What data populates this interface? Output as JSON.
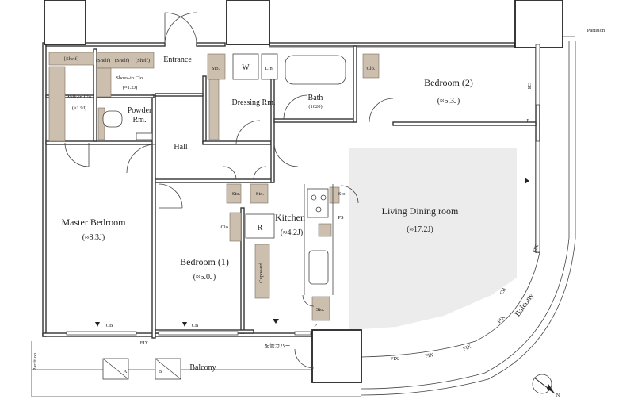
{
  "rooms": {
    "master_bedroom": {
      "name": "Master Bedroom",
      "size": "(≈8.3J)"
    },
    "bedroom1": {
      "name": "Bedroom (1)",
      "size": "(≈5.0J)"
    },
    "bedroom2": {
      "name": "Bedroom (2)",
      "size": "(≈5.3J)"
    },
    "kitchen": {
      "name": "Kitchen",
      "size": "(≈4.2J)"
    },
    "living": {
      "name": "Living Dining room",
      "size": "(≈17.2J)"
    },
    "walkin": {
      "name": "Walk-in Clo.",
      "size": "(≈1.9J)"
    },
    "shoes": {
      "name": "Shoes-in Clo.",
      "size": "(≈1.2J)"
    },
    "powder": {
      "name": "Powder",
      "name2": "Rm."
    },
    "entrance": {
      "name": "Entrance"
    },
    "dressing": {
      "name": "Dressing Rm."
    },
    "bath": {
      "name": "Bath",
      "size": "(1620)"
    },
    "hall": {
      "name": "Hall"
    }
  },
  "labels": {
    "shelf": "[Shelf]",
    "shelf2": "(Shelf)",
    "w": "W",
    "lin": "Lin.",
    "sto": "Sto.",
    "clo": "Clo.",
    "r": "R",
    "ps": "PS",
    "cupboard": "Cupboard",
    "cb": "CB",
    "fix": "FIX",
    "p": "P",
    "balcony": "Balcony",
    "partition": "Partition",
    "pipe_cover": "配管カバー",
    "a": "A",
    "b": "B",
    "north": "N"
  },
  "colors": {
    "living_area": "#ececec",
    "storage_fill": "#cdbfae",
    "wall": "#333333"
  }
}
